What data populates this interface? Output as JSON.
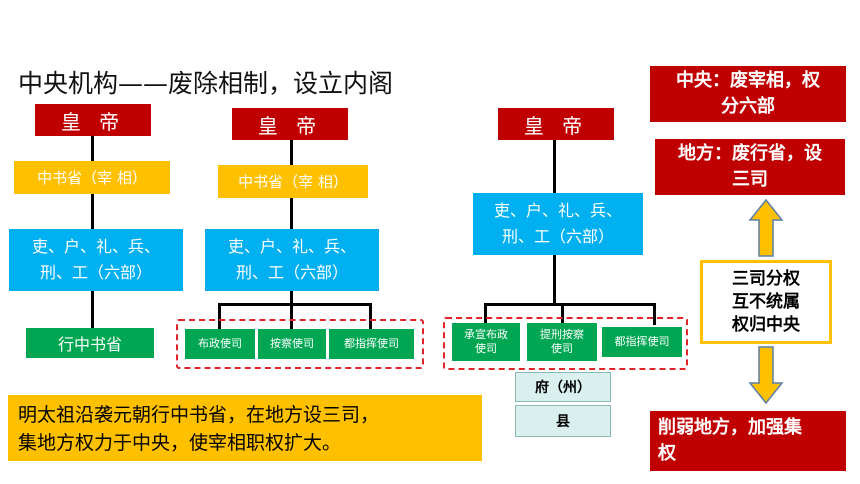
{
  "title": "中央机构——废除相制，设立内阁",
  "diagram1": {
    "emperor": "皇 帝",
    "secretariat": "中书省（宰 相）",
    "six_line1": "吏、户、礼、兵、",
    "six_line2": "刑、工（六部）",
    "provincial": "行中书省"
  },
  "diagram2": {
    "emperor": "皇 帝",
    "secretariat": "中书省（宰 相）",
    "six_line1": "吏、户、礼、兵、",
    "six_line2": "刑、工（六部）",
    "sub1": "布政使司",
    "sub2": "按察使司",
    "sub3": "都指挥使司"
  },
  "diagram3": {
    "emperor": "皇 帝",
    "six_line1": "吏、户、礼、兵、",
    "six_line2": "刑、工（六部）",
    "sub1_line1": "承宣布政",
    "sub1_line2": "使司",
    "sub2_line1": "提刑按察",
    "sub2_line2": "使司",
    "sub3": "都指挥使司",
    "prefecture": "府（州）",
    "county": "县"
  },
  "note": {
    "line1": "明太祖沿袭元朝行中书省，在地方设三司，",
    "line2": "集地方权力于中央，使宰相职权扩大。"
  },
  "right_panel": {
    "central_line1": "中央：废宰相，权",
    "central_line2": "分六部",
    "local_line1": "地方：废行省，设",
    "local_line2": "三司",
    "summary_line1": "三司分权",
    "summary_line2": "互不统属",
    "summary_line3": "权归中央",
    "result_line1": "削弱地方，加强集",
    "result_line2": "权"
  },
  "colors": {
    "red": "#c00000",
    "orange": "#ffc000",
    "blue": "#00b0f0",
    "green": "#00a651",
    "dashed_border": "#e0242a"
  }
}
